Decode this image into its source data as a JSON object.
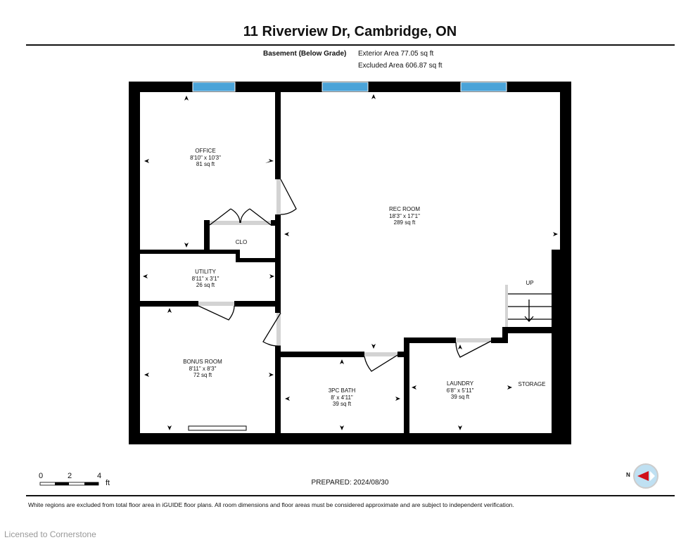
{
  "header": {
    "title": "11 Riverview Dr, Cambridge, ON",
    "floor": "Basement (Below Grade)",
    "exterior_area": "Exterior Area 77.05 sq ft",
    "excluded_area": "Excluded Area 606.87 sq ft"
  },
  "rooms": {
    "office": {
      "name": "OFFICE",
      "dims": "8'10\" x 10'3\"",
      "area": "81 sq ft"
    },
    "clo": {
      "name": "CLO"
    },
    "utility": {
      "name": "UTILITY",
      "dims": "8'11\" x 3'1\"",
      "area": "26 sq ft"
    },
    "bonus": {
      "name": "BONUS ROOM",
      "dims": "8'11\" x 8'3\"",
      "area": "72 sq ft"
    },
    "rec": {
      "name": "REC ROOM",
      "dims": "18'3\" x 17'1\"",
      "area": "289 sq ft"
    },
    "bath": {
      "name": "3PC BATH",
      "dims": "8' x 4'11\"",
      "area": "39 sq ft"
    },
    "laundry": {
      "name": "LAUNDRY",
      "dims": "6'8\" x 5'11\"",
      "area": "39 sq ft"
    },
    "storage": {
      "name": "STORAGE"
    },
    "stairs": {
      "label": "UP"
    }
  },
  "scale": {
    "ticks": [
      "0",
      "2",
      "4"
    ],
    "unit": "ft"
  },
  "compass": {
    "label": "N"
  },
  "footer": {
    "prepared": "PREPARED: 2024/08/30",
    "disclaimer": "White regions are excluded from total floor area in iGUIDE floor plans. All room dimensions and floor areas must be considered approximate and are subject to independent verification.",
    "license": "Licensed to Cornerstone"
  },
  "colors": {
    "wall": "#000000",
    "window": "#4aa3d8",
    "door": "#d3d3d3",
    "compass": "#bfe0f2",
    "compass_needle": "#d0101a"
  }
}
